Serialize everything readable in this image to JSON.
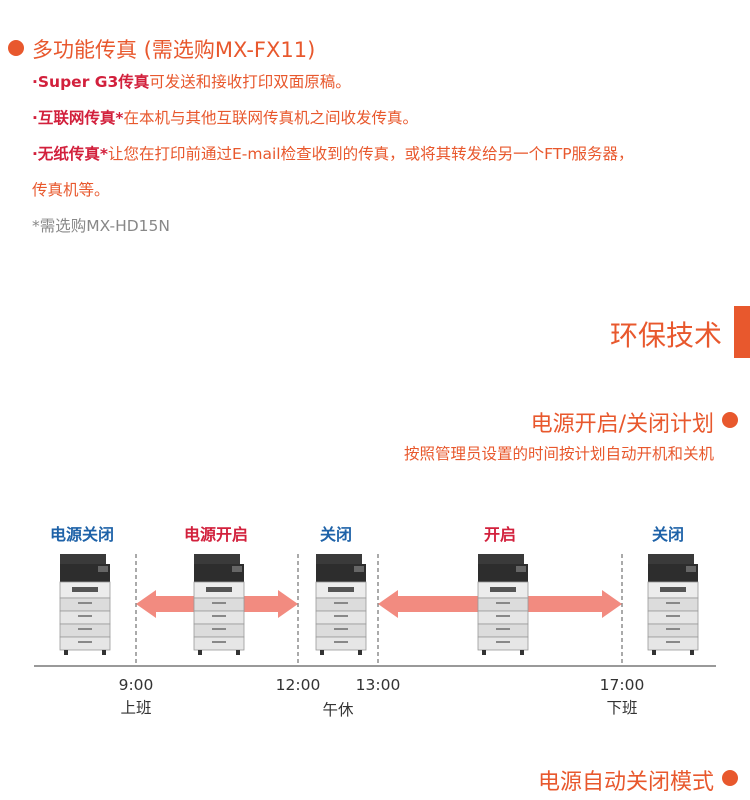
{
  "fax": {
    "title": "多功能传真 (需选购MX-FX11)",
    "lines": [
      {
        "bold": "·Super G3传真",
        "text": "可发送和接收打印双面原稿。"
      },
      {
        "bold": "·互联网传真*",
        "text": "在本机与其他互联网传真机之间收发传真。"
      },
      {
        "bold": "·无纸传真*",
        "text": "让您在打印前通过E-mail检查收到的传真，或将其转发给另一个FTP服务器，"
      },
      {
        "bold": "",
        "text": "传真机等。"
      }
    ],
    "note": "*需选购MX-HD15N"
  },
  "eco": {
    "section_title": "环保技术",
    "schedule_title": "电源开启/关闭计划",
    "schedule_desc": "按照管理员设置的时间按计划自动开机和关机",
    "phases": [
      "电源关闭",
      "电源开启",
      "关闭",
      "开启",
      "关闭"
    ],
    "times": [
      {
        "time": "9:00",
        "label": "上班"
      },
      {
        "time": "12:00",
        "label": ""
      },
      {
        "time": "13:00",
        "label": ""
      },
      {
        "time": "17:00",
        "label": "下班"
      }
    ],
    "lunch_label": "午休",
    "auto_off_title": "电源自动关闭模式"
  },
  "colors": {
    "accent": "#e8582d",
    "red": "#d2203c",
    "blue": "#1e62a8",
    "arrow": "#f28b80"
  }
}
